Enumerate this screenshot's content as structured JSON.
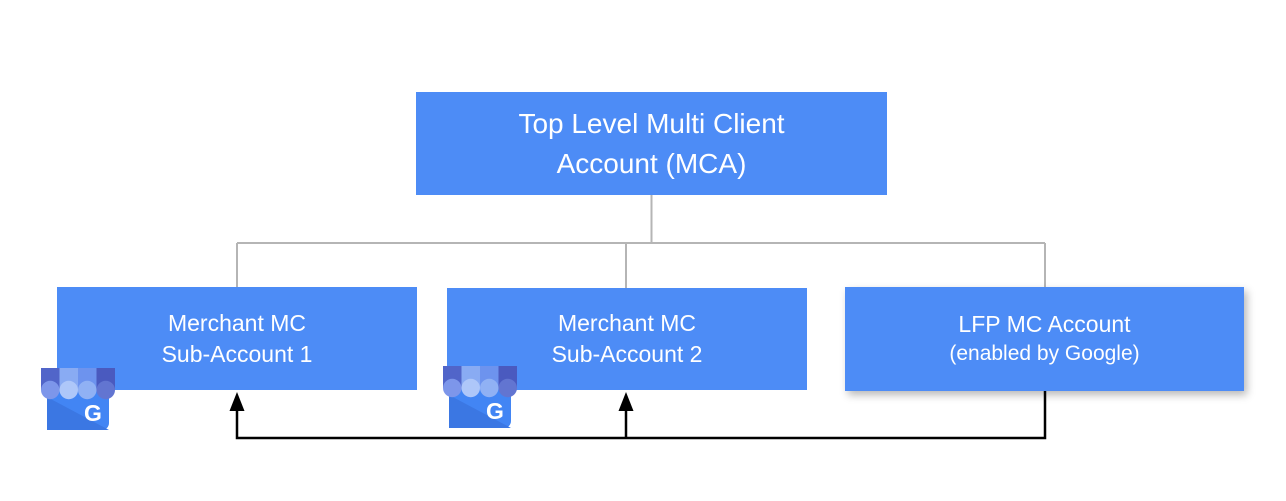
{
  "diagram": {
    "type": "hierarchy",
    "nodes": {
      "root": {
        "line1": "Top Level Multi Client",
        "line2": "Account (MCA)"
      },
      "sub1": {
        "line1": "Merchant MC",
        "line2": "Sub-Account 1"
      },
      "sub2": {
        "line1": "Merchant MC",
        "line2": "Sub-Account 2"
      },
      "lfp": {
        "line1": "LFP MC Account",
        "line2": "(enabled by Google)"
      }
    },
    "edges": [
      {
        "from": "root",
        "to": "sub1",
        "style": "tree-line"
      },
      {
        "from": "root",
        "to": "sub2",
        "style": "tree-line"
      },
      {
        "from": "root",
        "to": "lfp",
        "style": "tree-line"
      },
      {
        "from": "lfp",
        "to": "sub1",
        "style": "black-arrow"
      },
      {
        "from": "lfp",
        "to": "sub2",
        "style": "black-arrow"
      }
    ],
    "icon": {
      "name": "google-my-business-icon",
      "letter": "G"
    },
    "colors": {
      "background": "#ffffff",
      "node_fill": "#4d8cf6",
      "node_text": "#ffffff",
      "tree_connector": "#b5b5b5",
      "arrow_connector": "#000000",
      "icon_body": "#4285f4",
      "icon_fold": "#3b77e3",
      "icon_awning_1": "#5165c9",
      "icon_awning_2": "#89abf3",
      "icon_awning_3": "#6d93ee",
      "icon_awning_4": "#4a5abf"
    }
  }
}
